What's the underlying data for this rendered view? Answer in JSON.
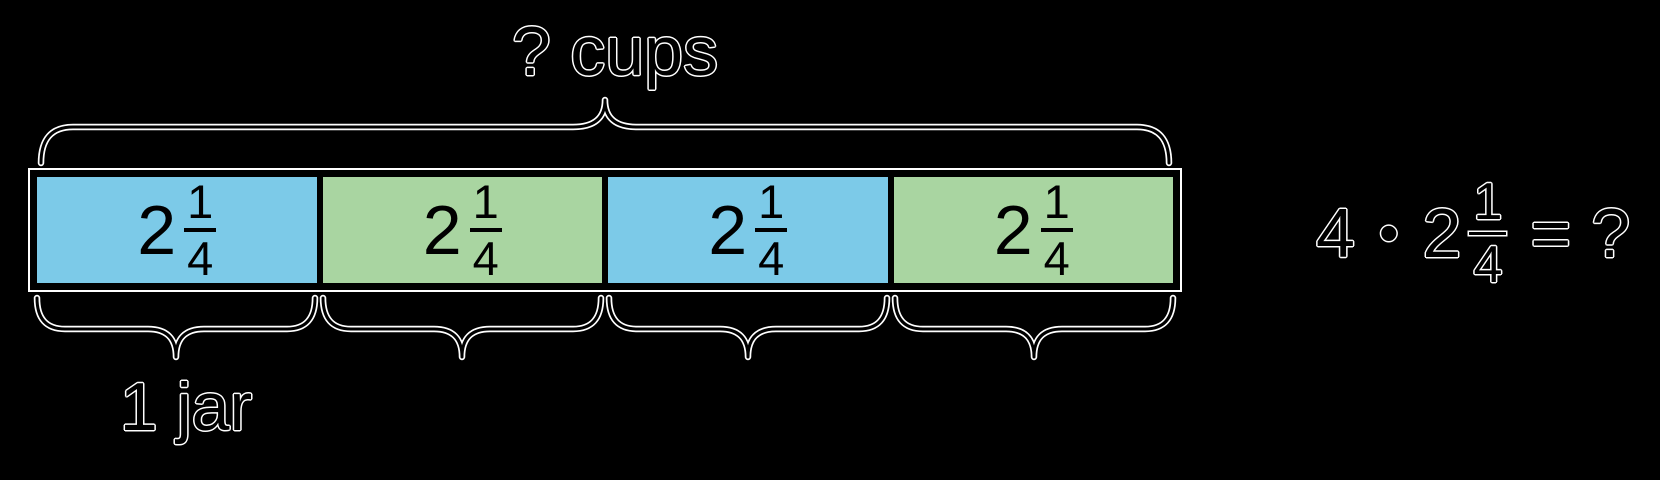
{
  "colors": {
    "background": "#000000",
    "halo": "#ffffff",
    "line": "#000000",
    "segment_blue": "#7ccae8",
    "segment_green": "#a9d5a1"
  },
  "diagram": {
    "total_label": "? cups",
    "unit_label": "1 jar",
    "segments": [
      {
        "whole": "2",
        "numerator": "1",
        "denominator": "4",
        "color": "#7ccae8"
      },
      {
        "whole": "2",
        "numerator": "1",
        "denominator": "4",
        "color": "#a9d5a1"
      },
      {
        "whole": "2",
        "numerator": "1",
        "denominator": "4",
        "color": "#7ccae8"
      },
      {
        "whole": "2",
        "numerator": "1",
        "denominator": "4",
        "color": "#a9d5a1"
      }
    ]
  },
  "equation": {
    "multiplier": "4",
    "operator": "•",
    "whole": "2",
    "numerator": "1",
    "denominator": "4",
    "equals_sign": "=",
    "result": "?"
  }
}
